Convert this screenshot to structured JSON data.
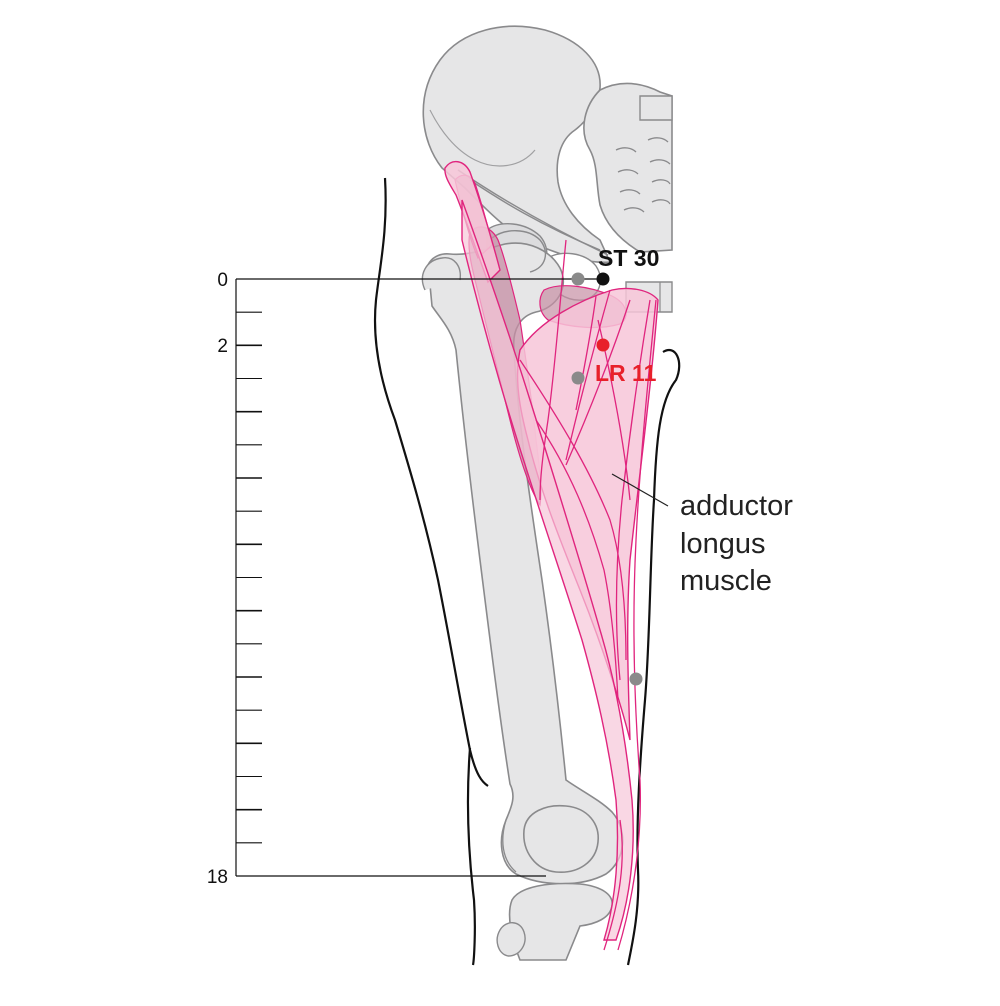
{
  "scale": {
    "top_value": "0",
    "mid_value": "2",
    "bottom_value": "18"
  },
  "points": {
    "st30": {
      "label": "ST 30"
    },
    "lr11": {
      "label": "LR 11"
    }
  },
  "muscle_label": {
    "line1": "adductor",
    "line2": "longus",
    "line3": "muscle"
  },
  "colors": {
    "bone_fill": "#e6e6e7",
    "bone_stroke": "#8a8a8c",
    "muscle_fill": "#f7c6d8",
    "muscle_line": "#e0257e",
    "muscle_dark": "#c68ea4",
    "point_red": "#e8202a",
    "point_black": "#111111",
    "point_gray": "#8a8a8a"
  }
}
